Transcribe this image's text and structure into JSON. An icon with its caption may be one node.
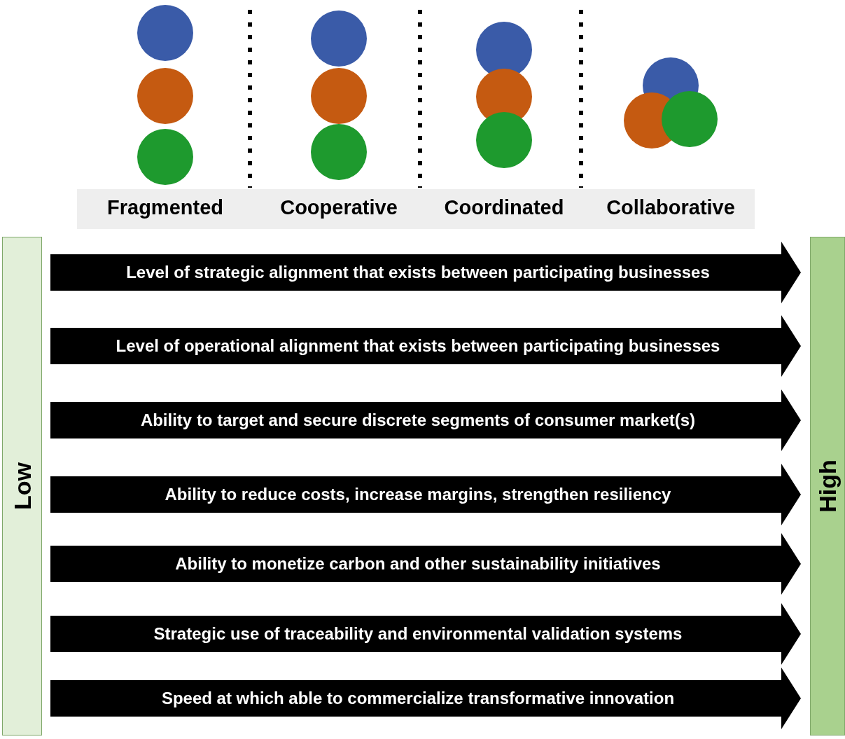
{
  "diagram": {
    "nodes": [
      {
        "text": [
          "Low"
        ]
      },
      {
        "text": [
          "Level of strategic alignment that exists between participating businesses"
        ]
      },
      {
        "text": [
          "Level of operational alignment that exists between participating businesses"
        ]
      },
      {
        "text": [
          "Ability to target and secure discrete segments of consumer market(s)"
        ]
      },
      {
        "text": [
          "Ability to reduce costs, increase margins, strengthen resiliency"
        ]
      },
      {
        "text": [
          "Ability to monetize carbon and other sustainability initiatives"
        ]
      },
      {
        "text": [
          "Strategic use of traceability and environmental validation systems"
        ]
      },
      {
        "text": [
          "Speed at which able to commercialize transformative innovation"
        ]
      },
      {
        "text": [
          "High"
        ]
      }
    ],
    "labels": [
      "Fragmented",
      "Cooperative",
      "Coordinated",
      "Collaborative"
    ]
  }
}
